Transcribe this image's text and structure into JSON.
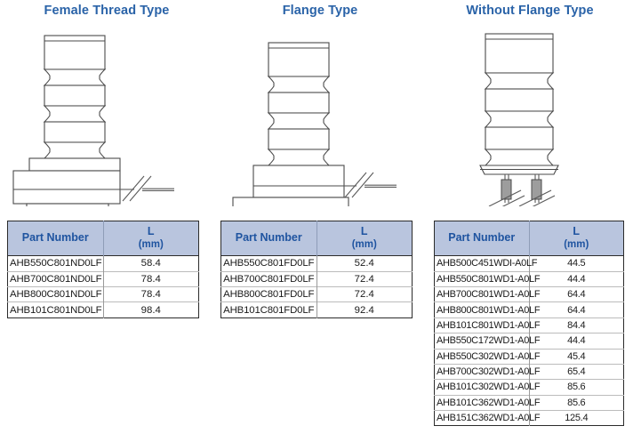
{
  "page": {
    "title_color": "#2a63a8",
    "header_bg": "#b9c5de",
    "header_text_color": "#1f54a0",
    "border_color": "#2b2b2b"
  },
  "columns": [
    {
      "id": "female-thread",
      "title": "Female Thread Type",
      "drawing_name": "female-thread-type-diagram",
      "table": {
        "headers": {
          "part_number": "Part Number",
          "l_main": "L",
          "l_sub": "(mm)"
        },
        "rows": [
          {
            "part_number": "AHB550C801ND0LF",
            "l": "58.4"
          },
          {
            "part_number": "AHB700C801ND0LF",
            "l": "78.4"
          },
          {
            "part_number": "AHB800C801ND0LF",
            "l": "78.4"
          },
          {
            "part_number": "AHB101C801ND0LF",
            "l": "98.4"
          }
        ]
      }
    },
    {
      "id": "flange",
      "title": "Flange Type",
      "drawing_name": "flange-type-diagram",
      "table": {
        "headers": {
          "part_number": "Part Number",
          "l_main": "L",
          "l_sub": "(mm)"
        },
        "rows": [
          {
            "part_number": "AHB550C801FD0LF",
            "l": "52.4"
          },
          {
            "part_number": "AHB700C801FD0LF",
            "l": "72.4"
          },
          {
            "part_number": "AHB800C801FD0LF",
            "l": "72.4"
          },
          {
            "part_number": "AHB101C801FD0LF",
            "l": "92.4"
          }
        ]
      }
    },
    {
      "id": "without-flange",
      "title": "Without Flange Type",
      "drawing_name": "without-flange-type-diagram",
      "table": {
        "headers": {
          "part_number": "Part Number",
          "l_main": "L",
          "l_sub": "(mm)"
        },
        "rows": [
          {
            "part_number": "AHB500C451WDI-A0LF",
            "l": "44.5"
          },
          {
            "part_number": "AHB550C801WD1-A0LF",
            "l": "44.4"
          },
          {
            "part_number": "AHB700C801WD1-A0LF",
            "l": "64.4"
          },
          {
            "part_number": "AHB800C801WD1-A0LF",
            "l": "64.4"
          },
          {
            "part_number": "AHB101C801WD1-A0LF",
            "l": "84.4"
          },
          {
            "part_number": "AHB550C172WD1-A0LF",
            "l": "44.4"
          },
          {
            "part_number": "AHB550C302WD1-A0LF",
            "l": "45.4"
          },
          {
            "part_number": "AHB700C302WD1-A0LF",
            "l": "65.4"
          },
          {
            "part_number": "AHB101C302WD1-A0LF",
            "l": "85.6"
          },
          {
            "part_number": "AHB101C362WD1-A0LF",
            "l": "85.6"
          },
          {
            "part_number": "AHB151C362WD1-A0LF",
            "l": "125.4"
          }
        ]
      }
    }
  ]
}
